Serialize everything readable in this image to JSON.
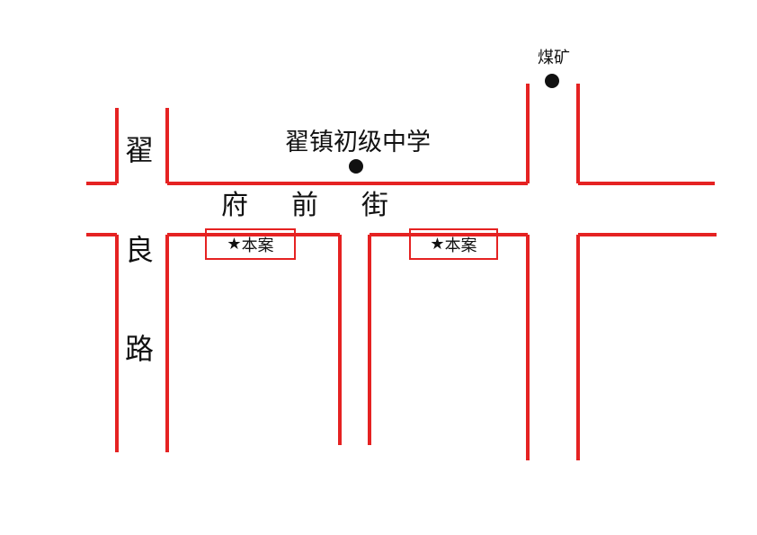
{
  "colors": {
    "road": "#e52222",
    "text": "#111111",
    "background": "#ffffff"
  },
  "streets": {
    "zhai_liang_road": [
      "翟",
      "良",
      "路"
    ],
    "fu_qian_street": [
      "府",
      "前",
      "街"
    ]
  },
  "landmarks": {
    "school": {
      "label": "翟镇初级中学",
      "icon": "dot-marker-icon"
    },
    "coal_mine": {
      "label": "煤矿",
      "icon": "dot-marker-icon"
    }
  },
  "sites": [
    {
      "icon": "star-icon",
      "star": "★",
      "label": "本案"
    },
    {
      "icon": "star-icon",
      "star": "★",
      "label": "本案"
    }
  ]
}
